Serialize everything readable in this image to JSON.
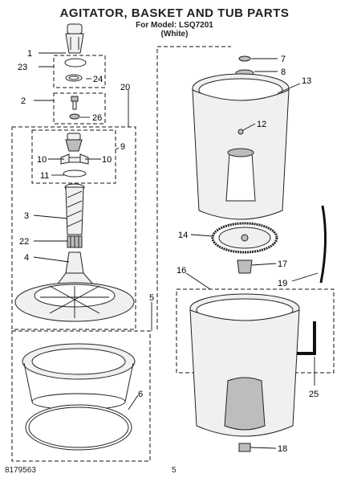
{
  "title": "AGITATOR, BASKET AND TUB PARTS",
  "subtitle": "For Model: LSQ7201",
  "color_note": "(White)",
  "doc_number": "8179563",
  "page_number": "5",
  "callouts": [
    "1",
    "23",
    "24",
    "2",
    "26",
    "20",
    "9",
    "10",
    "10",
    "11",
    "3",
    "22",
    "4",
    "5",
    "6",
    "7",
    "8",
    "13",
    "12",
    "14",
    "17",
    "16",
    "19",
    "25",
    "18"
  ]
}
